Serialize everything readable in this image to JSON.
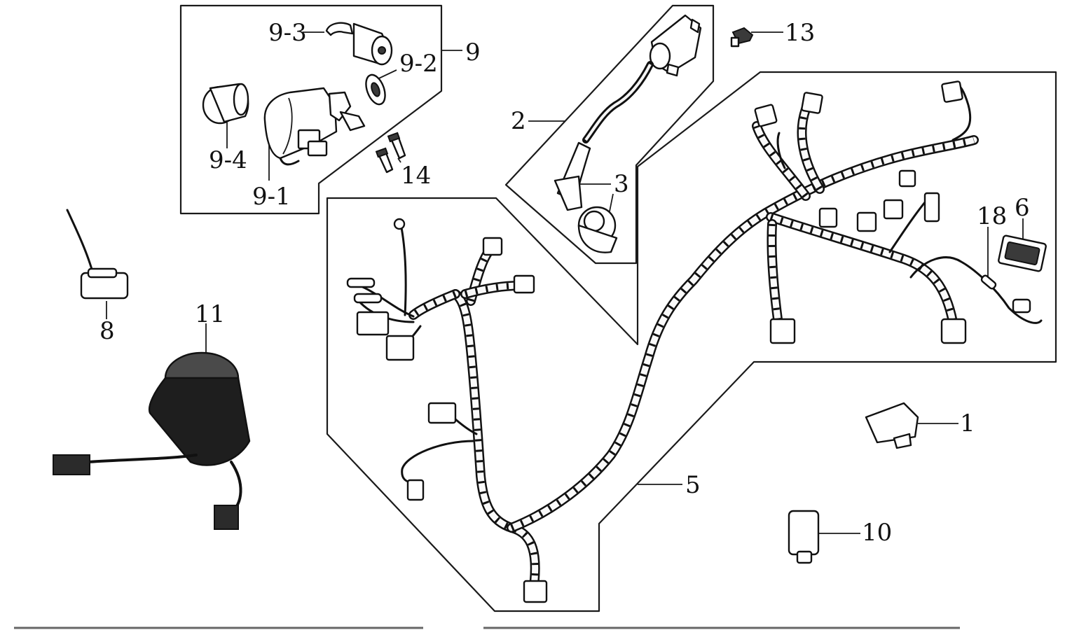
{
  "callouts": {
    "c1": "1",
    "c2": "2",
    "c3": "3",
    "c5": "5",
    "c6": "6",
    "c8": "8",
    "c9": "9",
    "c9_1": "9-1",
    "c9_2": "9-2",
    "c9_3": "9-3",
    "c9_4": "9-4",
    "c10": "10",
    "c11": "11",
    "c13": "13",
    "c14": "14",
    "c18": "18"
  }
}
